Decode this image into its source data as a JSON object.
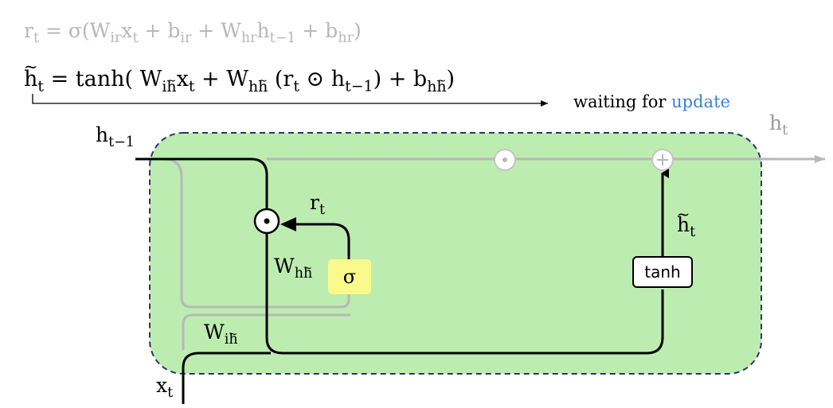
{
  "equations": {
    "reset_gate": {
      "lhs": "r",
      "lhs_sub": "t",
      "eq": " = σ(W",
      "w1_sub": "ir",
      "x1": "x",
      "x1_sub": "t",
      "plus1": " + b",
      "b1_sub": "ir",
      "plus2": " + W",
      "w2_sub": "hr",
      "h": "h",
      "h_sub": "t−1",
      "plus3": " + b",
      "b2_sub": "hr",
      "close": ")"
    },
    "candidate": {
      "lhs": "h",
      "lhs_sub": "t",
      "eq": " =  tanh( W",
      "w1_sub_a": "i",
      "w1_sub_b": "h",
      "x1": "x",
      "x1_sub": "t",
      "plus1": " + W",
      "w2_sub_a": "h",
      "w2_sub_b": "h",
      "paren": " (r",
      "r_sub": "t",
      "odot": " ⊙ h",
      "h_sub": "t−1",
      "plus2": ") + b",
      "b_sub_a": "h",
      "b_sub_b": "h",
      "close": ")"
    }
  },
  "annotation": {
    "text": "waiting for ",
    "highlight": "update",
    "highlight_color": "#3a82dc"
  },
  "labels": {
    "h_prev": {
      "main": "h",
      "sub": "t−1"
    },
    "h_out": {
      "main": "h",
      "sub": "t"
    },
    "r_t": {
      "main": "r",
      "sub": "t"
    },
    "h_tilde": {
      "main": "h",
      "sub": "t"
    },
    "w_hh": {
      "main": "W",
      "sub_a": "h",
      "sub_b": "h"
    },
    "w_ih": {
      "main": "W",
      "sub_a": "i",
      "sub_b": "h"
    },
    "x_t": {
      "main": "x",
      "sub": "t"
    }
  },
  "boxes": {
    "sigma": "σ",
    "tanh": "tanh"
  },
  "colors": {
    "cell_fill": "#bdecb0",
    "cell_border": "#24386b",
    "inactive": "#b8b8b8",
    "active": "#000000",
    "sigma_fill": "#fafa8c"
  }
}
